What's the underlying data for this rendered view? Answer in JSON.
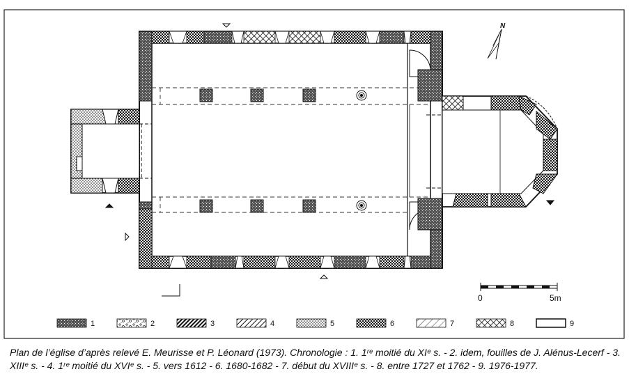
{
  "north_label": "N",
  "scale": {
    "start": "0",
    "end": "5m"
  },
  "legend": [
    "1",
    "2",
    "3",
    "4",
    "5",
    "6",
    "7",
    "8",
    "9"
  ],
  "caption": "Plan de l’église d’après relevé E. Meurisse et P. Léonard (1973). Chronologie : 1. 1ʳᵉ moitié du XIᵉ s. - 2. idem, fouilles de J. Alénus-Lecerf - 3. XIIIᵉ s. - 4. 1ʳᵉ moitié du XVIᵉ s. - 5. vers 1612 - 6. 1680-1682 - 7. début du XVIIIᵉ s. - 8. entre 1727 et 1762 - 9. 1976-1977."
}
